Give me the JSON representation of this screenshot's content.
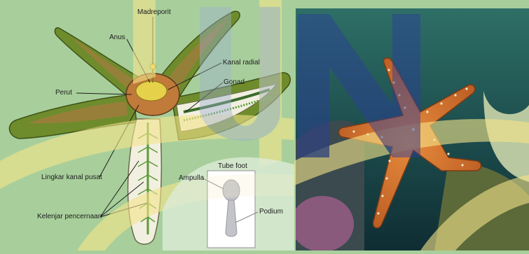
{
  "diagram": {
    "labels": {
      "madreporit": "Madreporit",
      "anus": "Anus",
      "kanal_radial": "Kanal radial",
      "gonad": "Gonad",
      "perut": "Perut",
      "lingkar_kanal_pusat": "Lingkar kanal pusat",
      "kelenjar_pencernaan": "Kelenjar pencernaan",
      "ampulla": "Ampulla",
      "tube_foot": "Tube foot",
      "podium": "Podium"
    },
    "colors": {
      "panel_bg": "#a8cf9b",
      "arm_outer": "#6f8c2d",
      "arm_inner": "#a57b3e",
      "central_disk": "#e6d24a",
      "digestive_gland": "#5d9a3a"
    }
  },
  "photo": {
    "subject": "orange starfish on coral reef",
    "colors": {
      "water_top": "#2e6f66",
      "water_bottom": "#0f2d33",
      "starfish": "#d4702c",
      "starfish_dots": "#f2e6c8",
      "coral_left": "#8a5a7c",
      "coral_right": "#b9c8a0"
    }
  },
  "watermark": {
    "colors": {
      "yellow": "#f5e58a",
      "blue": "#2a3f9a",
      "white": "#ffffff"
    }
  }
}
